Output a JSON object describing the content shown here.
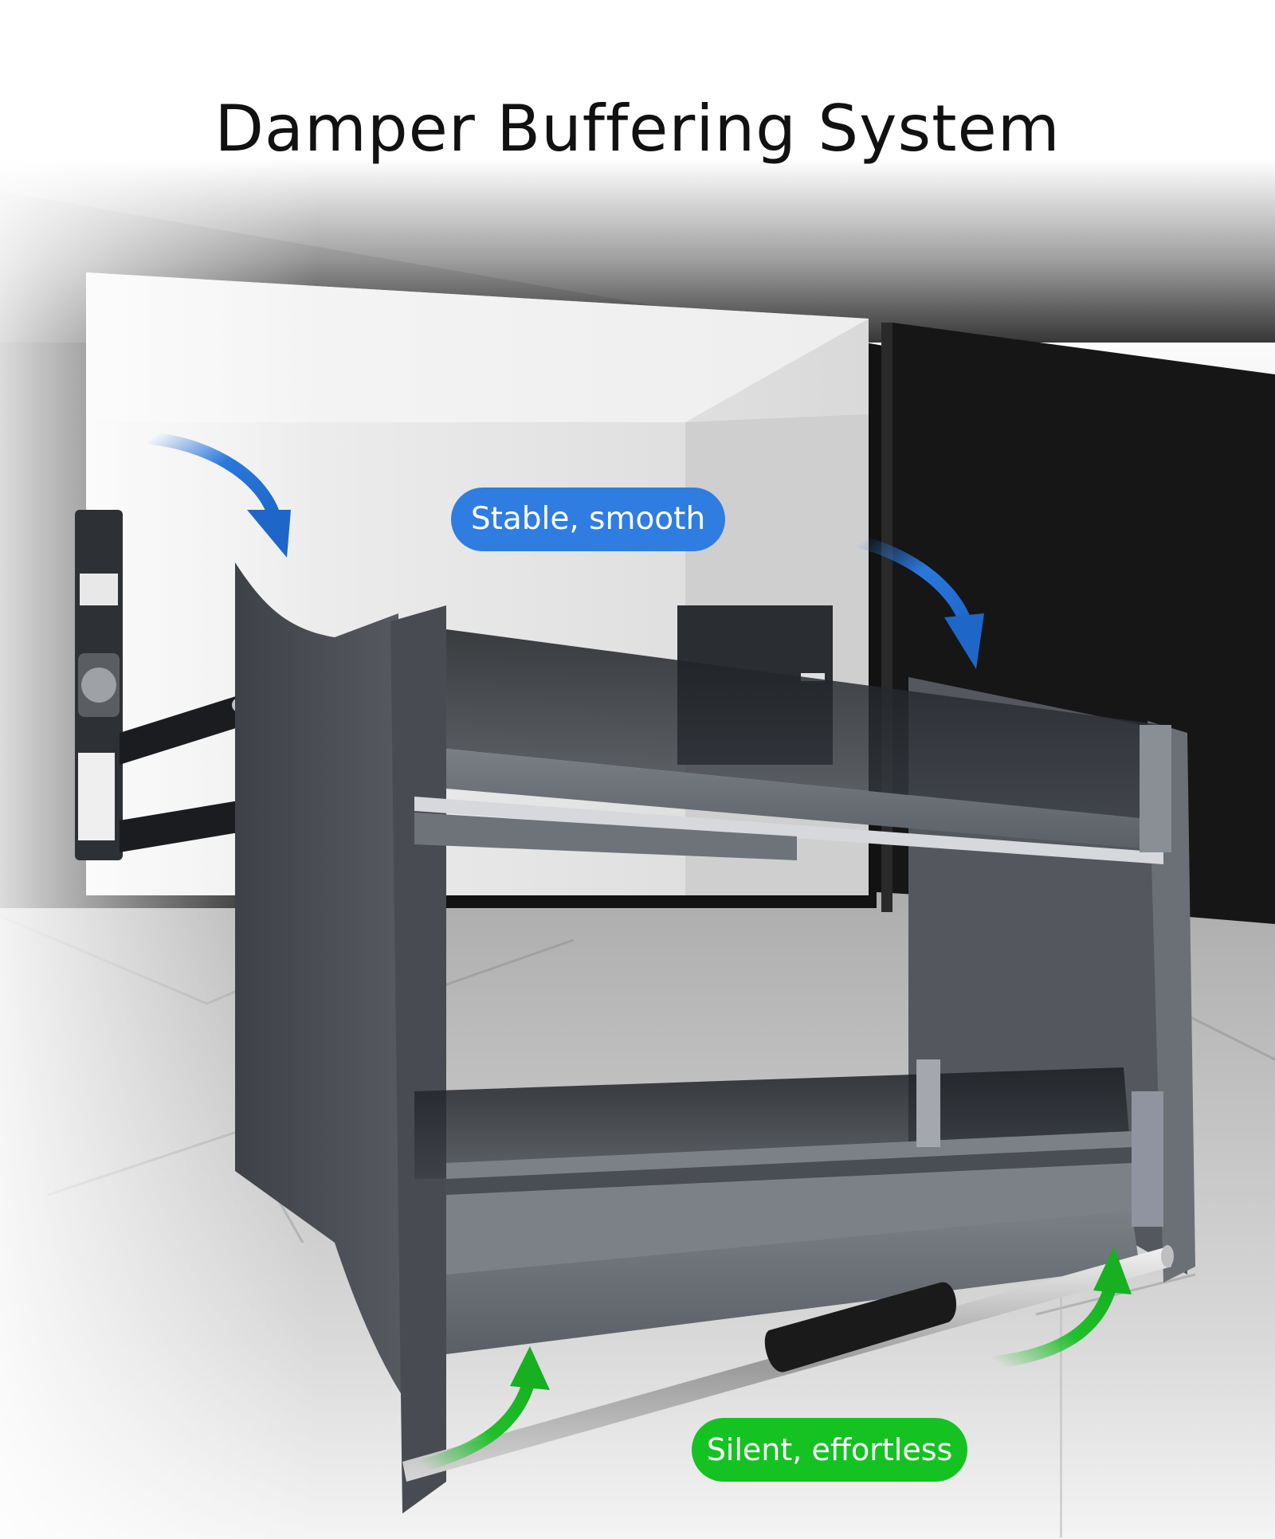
{
  "title": "Damper Buffering System",
  "labels": {
    "top": "Stable, smooth",
    "bottom": "Silent, effortless"
  },
  "colors": {
    "top_label_bg": "#2f7de1",
    "bottom_label_bg": "#14c322",
    "top_arrows": "#2a78dc",
    "bottom_arrows": "#1fc02a",
    "cabinet": "#111111",
    "basket_frame": "#5c6168"
  },
  "icons": [
    "curved-arrow-down-icon",
    "curved-arrow-down-icon",
    "curved-arrow-up-icon",
    "curved-arrow-up-icon"
  ]
}
